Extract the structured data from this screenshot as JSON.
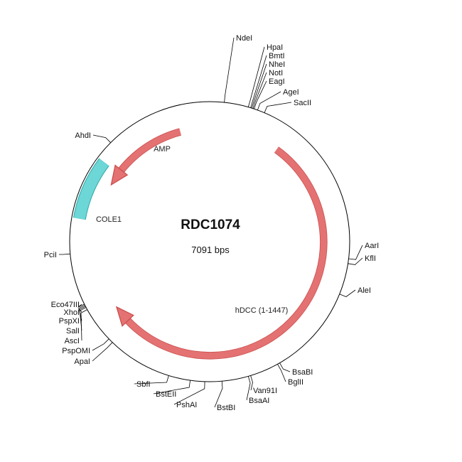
{
  "plasmid": {
    "name": "RDC1074",
    "size": "7091 bps"
  },
  "colors": {
    "backbone": "#000000",
    "gene_fill": "#e47272",
    "gene_stroke": "#c94a4a",
    "ori_fill": "#6dd6d6",
    "ori_stroke": "#2fa8a8"
  },
  "features": [
    {
      "name": "AMP",
      "type": "gene-arrow"
    },
    {
      "name": "hDCC (1-1447)",
      "type": "gene-arrow"
    },
    {
      "name": "COLE1",
      "type": "origin"
    }
  ],
  "restriction_sites": [
    "NdeI",
    "HpaI",
    "BmtI",
    "NheI",
    "NotI",
    "EagI",
    "AgeI",
    "SacII",
    "AarI",
    "KflI",
    "AleI",
    "BsaBI",
    "BglII",
    "Van91I",
    "BsaAI",
    "BstBI",
    "PshAI",
    "BstEII",
    "SbfI",
    "ApaI",
    "PspOMI",
    "AscI",
    "SalI",
    "PspXI",
    "XhoI",
    "Eco47III",
    "PciI",
    "AhdI"
  ]
}
